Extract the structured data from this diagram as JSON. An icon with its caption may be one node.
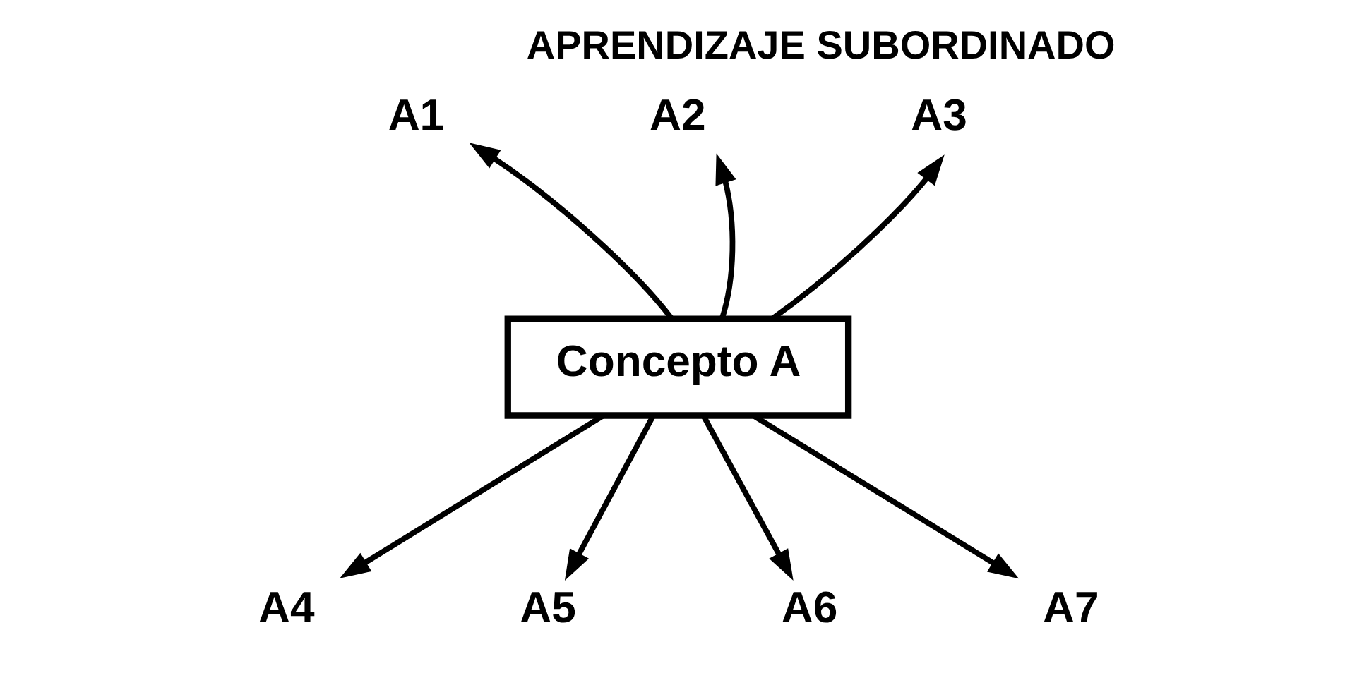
{
  "diagram": {
    "title": "APRENDIZAJE SUBORDINADO",
    "nodes": [
      {
        "text": [
          "Concepto A"
        ]
      },
      {
        "text": [
          "A1"
        ]
      },
      {
        "text": [
          "A2"
        ]
      },
      {
        "text": [
          "A3"
        ]
      },
      {
        "text": [
          "A4"
        ]
      },
      {
        "text": [
          "A5"
        ]
      },
      {
        "text": [
          "A6"
        ]
      },
      {
        "text": [
          "A7"
        ]
      }
    ],
    "edges": [
      {
        "from": 0,
        "to": 1,
        "arrow": "to"
      },
      {
        "from": 0,
        "to": 2,
        "arrow": "to"
      },
      {
        "from": 0,
        "to": 3,
        "arrow": "to"
      },
      {
        "from": 0,
        "to": 4,
        "arrow": "to"
      },
      {
        "from": 0,
        "to": 5,
        "arrow": "to"
      },
      {
        "from": 0,
        "to": 6,
        "arrow": "to"
      },
      {
        "from": 0,
        "to": 7,
        "arrow": "to"
      }
    ]
  }
}
